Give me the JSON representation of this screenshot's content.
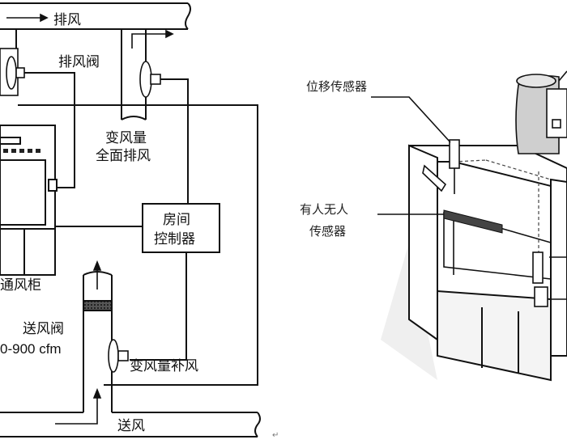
{
  "left_diagram": {
    "exhaust_label": "排风",
    "exhaust_valve_label": "排风阀",
    "vav_exhaust_label_line1": "变风量",
    "vav_exhaust_label_line2": "全面排风",
    "room_controller_line1": "房间",
    "room_controller_line2": "控制器",
    "fume_hood_label": "通风柜",
    "supply_valve_label": "送风阀",
    "airflow_label": "0-900 cfm",
    "vav_makeup_label": "变风量补风",
    "supply_label": "送风"
  },
  "right_diagram": {
    "displacement_sensor_label": "位移传感器",
    "presence_sensor_line1": "有人无人",
    "presence_sensor_line2": "传感器"
  },
  "colors": {
    "line": "#111111",
    "duct_fill": "#ffffff",
    "gray_fill": "#d9d9d9",
    "watermark": "#ececec"
  }
}
